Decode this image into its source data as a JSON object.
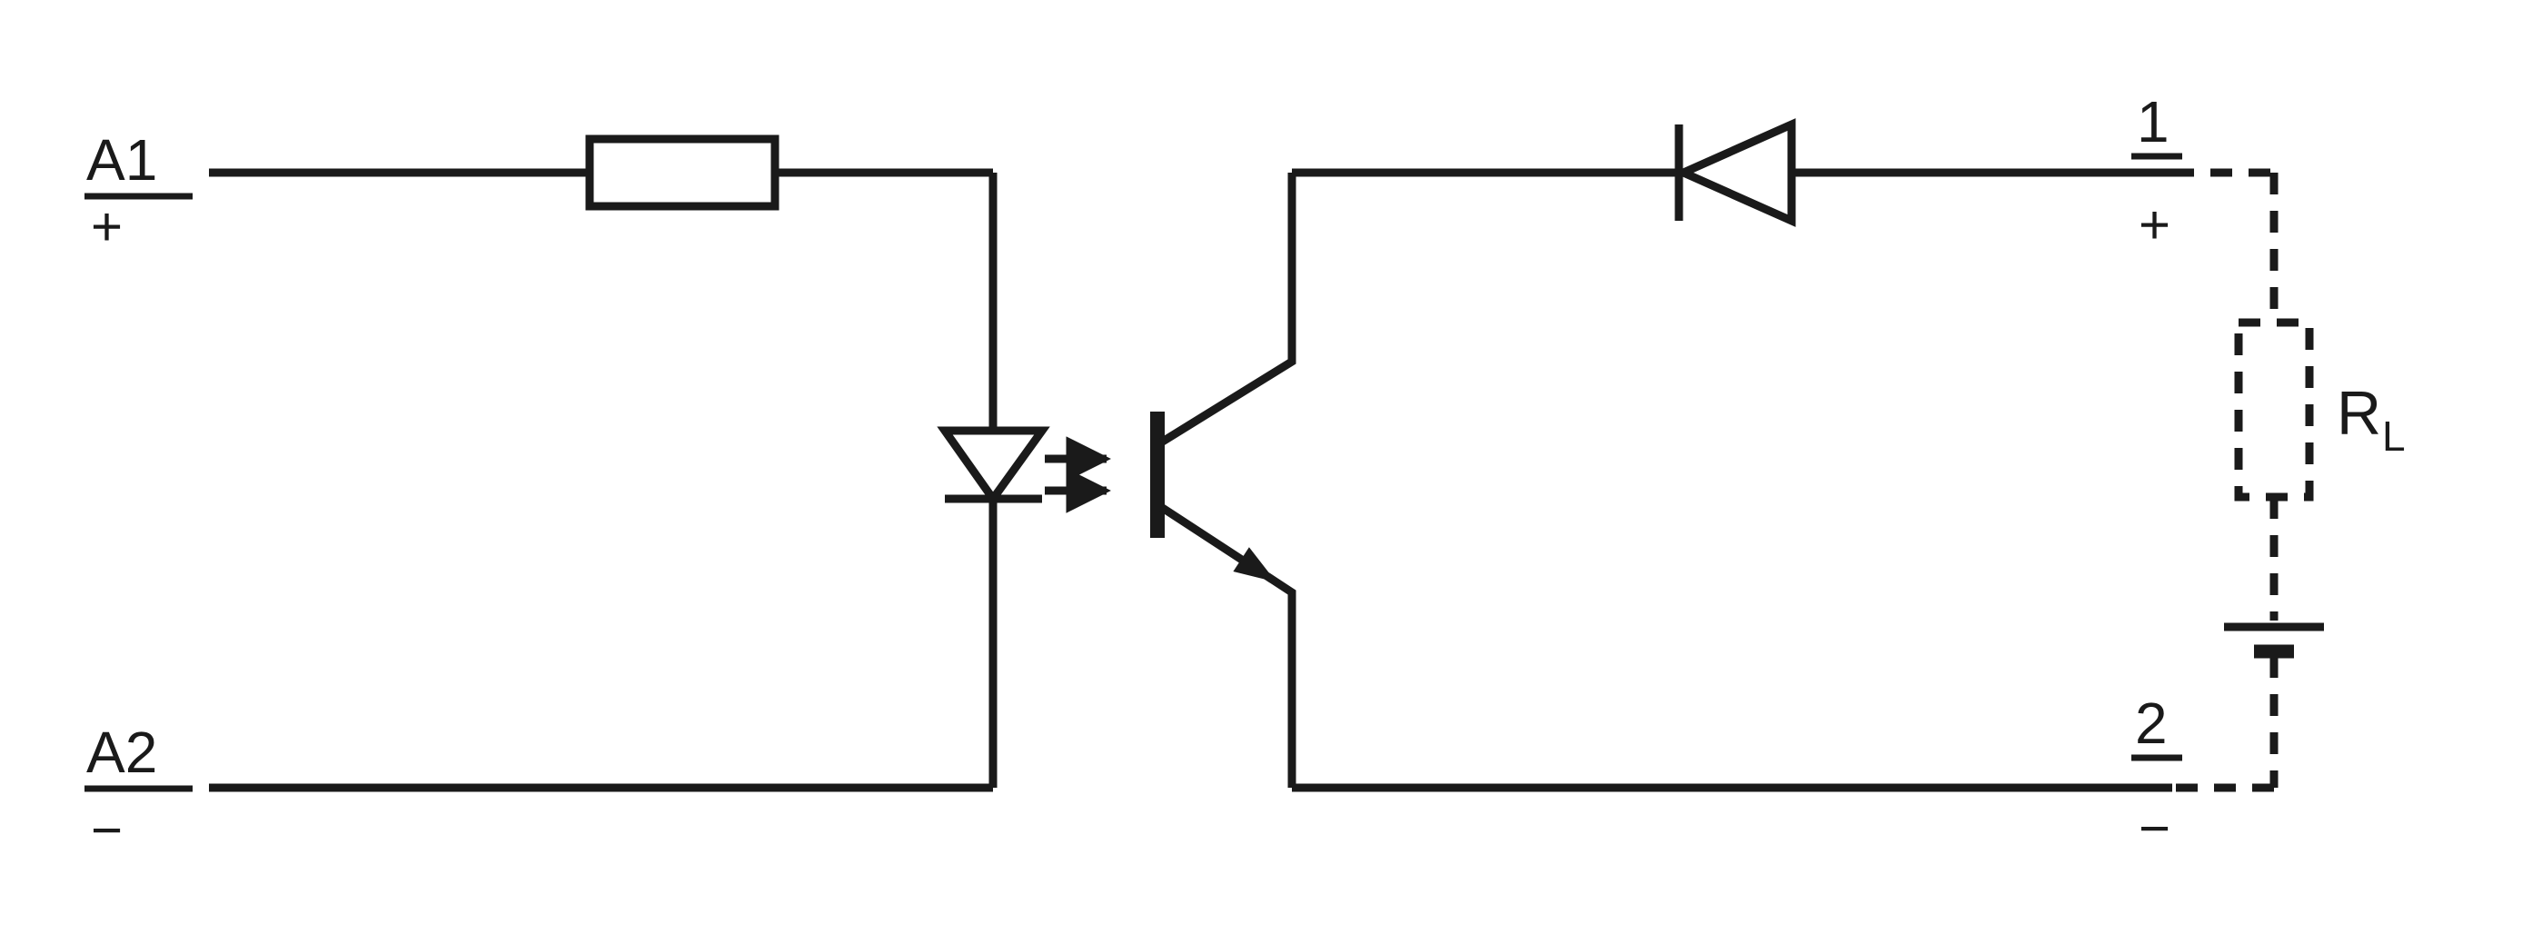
{
  "diagram": {
    "type": "optocoupler-circuit-schematic",
    "line_color": "#1a1a1a",
    "background_color": "#ffffff",
    "terminals": {
      "a1": {
        "label": "A1",
        "polarity": "+"
      },
      "a2": {
        "label": "A2",
        "polarity": "−"
      },
      "out1": {
        "label": "1",
        "polarity": "+"
      },
      "out2": {
        "label": "2",
        "polarity": "−"
      }
    },
    "load": {
      "label_main": "R",
      "label_sub": "L"
    },
    "components": [
      {
        "name": "input-resistor-symbol"
      },
      {
        "name": "led-symbol"
      },
      {
        "name": "light-emission-arrows"
      },
      {
        "name": "phototransistor-symbol"
      },
      {
        "name": "blocking-diode-symbol"
      },
      {
        "name": "load-resistor-symbol"
      },
      {
        "name": "battery-symbol"
      }
    ]
  }
}
